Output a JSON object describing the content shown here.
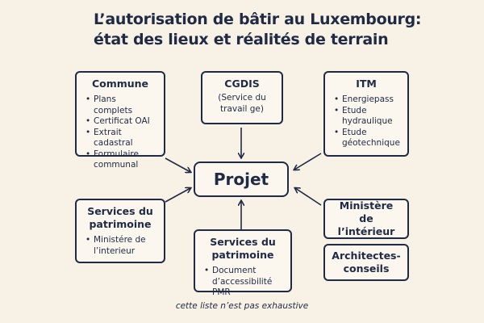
{
  "title": {
    "line1": "L’autorisation de bâtir au Luxembourg:",
    "line2": "état des lieux et réalités de terrain"
  },
  "center": {
    "label": "Projet"
  },
  "boxes": {
    "commune": {
      "title": "Commune",
      "items": [
        "Plans complets",
        "Certificat OAI",
        "Extrait cadastral",
        "Formulaire communal"
      ]
    },
    "cgdis": {
      "title": "CGDIS",
      "subtitle": "(Service du travail ge)"
    },
    "itm": {
      "title": "ITM",
      "items": [
        "Energiepass",
        "Etude hydraulique",
        "Etude géotechnique"
      ]
    },
    "patrimoine_left": {
      "title": "Services du patrimoine",
      "items": [
        "Ministére de l’interieur"
      ]
    },
    "patrimoine_bottom": {
      "title": "Services du patrimoine",
      "items": [
        "Document d’accessibilité PMR"
      ]
    },
    "ministere": {
      "title": "Ministère de l’intérieur"
    },
    "architectes": {
      "title": "Architectes-conseils"
    }
  },
  "footnote": "cette liste n’est pas exhaustive",
  "colors": {
    "ink": "#1f2a44",
    "background": "#f8f1e6",
    "box_fill": "#fbf6ee"
  }
}
